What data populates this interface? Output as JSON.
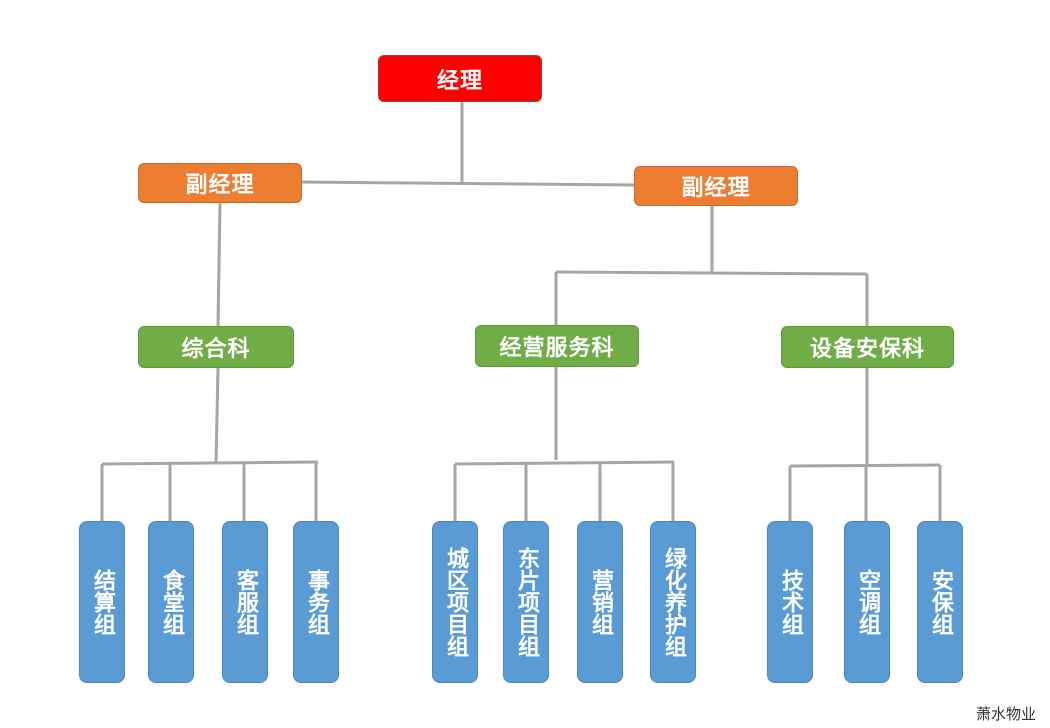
{
  "manager": "经理",
  "deputies": [
    "副经理",
    "副经理"
  ],
  "departments": [
    "综合科",
    "经营服务科",
    "设备安保科"
  ],
  "groups": {
    "zonghe": [
      "结算组",
      "食堂组",
      "客服组",
      "事务组"
    ],
    "jingying": [
      "城区项目组",
      "东片项目组",
      "营销组",
      "绿化养护组"
    ],
    "shebei": [
      "技术组",
      "空调组",
      "安保组"
    ]
  },
  "watermark": "萧水物业",
  "colors": {
    "manager": "#ff0000",
    "deputy": "#ed7d31",
    "department": "#70ad47",
    "group": "#5b9bd5",
    "connector": "#a6a6a6"
  }
}
